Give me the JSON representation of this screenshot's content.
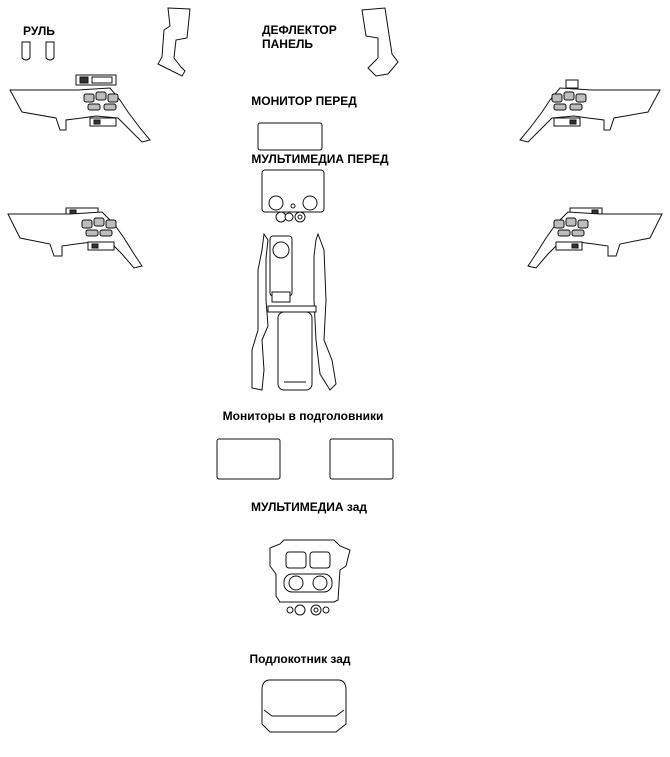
{
  "labels": {
    "wheel": "РУЛЬ",
    "deflector_line1": "ДЕФЛЕКТОР",
    "deflector_line2": "ПАНЕЛЬ",
    "monitor_front": "МОНИТОР ПЕРЕД",
    "multimedia_front": "МУЛЬТИМЕДИА ПЕРЕД",
    "headrest_monitors": "Мониторы в подголовники",
    "multimedia_rear": "МУЛЬТИМЕДИА зад",
    "armrest_rear": "Подлокотник зад"
  },
  "colors": {
    "outline": "#111111",
    "fill": "#ffffff",
    "accent_fill": "#bdbdbd"
  }
}
